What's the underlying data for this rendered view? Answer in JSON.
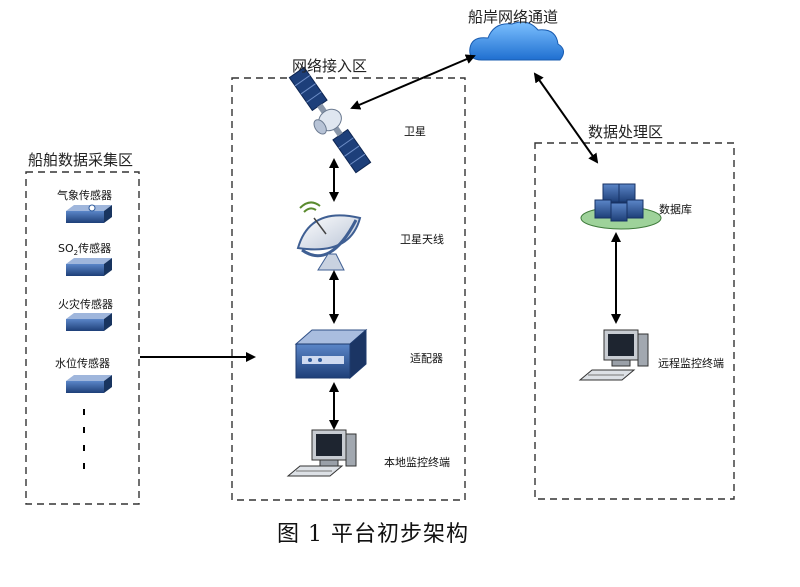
{
  "zones": {
    "ship": {
      "title": "船舶数据采集区"
    },
    "network": {
      "title": "网络接入区"
    },
    "data": {
      "title": "数据处理区"
    },
    "channel": {
      "title": "船岸网络通道"
    }
  },
  "sensors": [
    {
      "label": "气象传感器"
    },
    {
      "label_main": "SO",
      "label_sub": "2",
      "label_rest": "传感器"
    },
    {
      "label": "火灾传感器"
    },
    {
      "label": "水位传感器"
    }
  ],
  "network_devices": {
    "satellite": "卫星",
    "antenna": "卫星天线",
    "adapter": "适配器",
    "local_terminal": "本地监控终端"
  },
  "data_devices": {
    "database": "数据库",
    "remote_terminal": "远程监控终端"
  },
  "caption": "图 1 平台初步架构",
  "icons": [
    "sensor-icon",
    "satellite-icon",
    "satellite-dish-icon",
    "adapter-icon",
    "computer-icon",
    "cloud-icon",
    "database-icon"
  ],
  "colors": {
    "device_blue": "#2f5b9c",
    "cloud_blue": "#2e7fd8",
    "dish_green": "#5a8a2e"
  }
}
